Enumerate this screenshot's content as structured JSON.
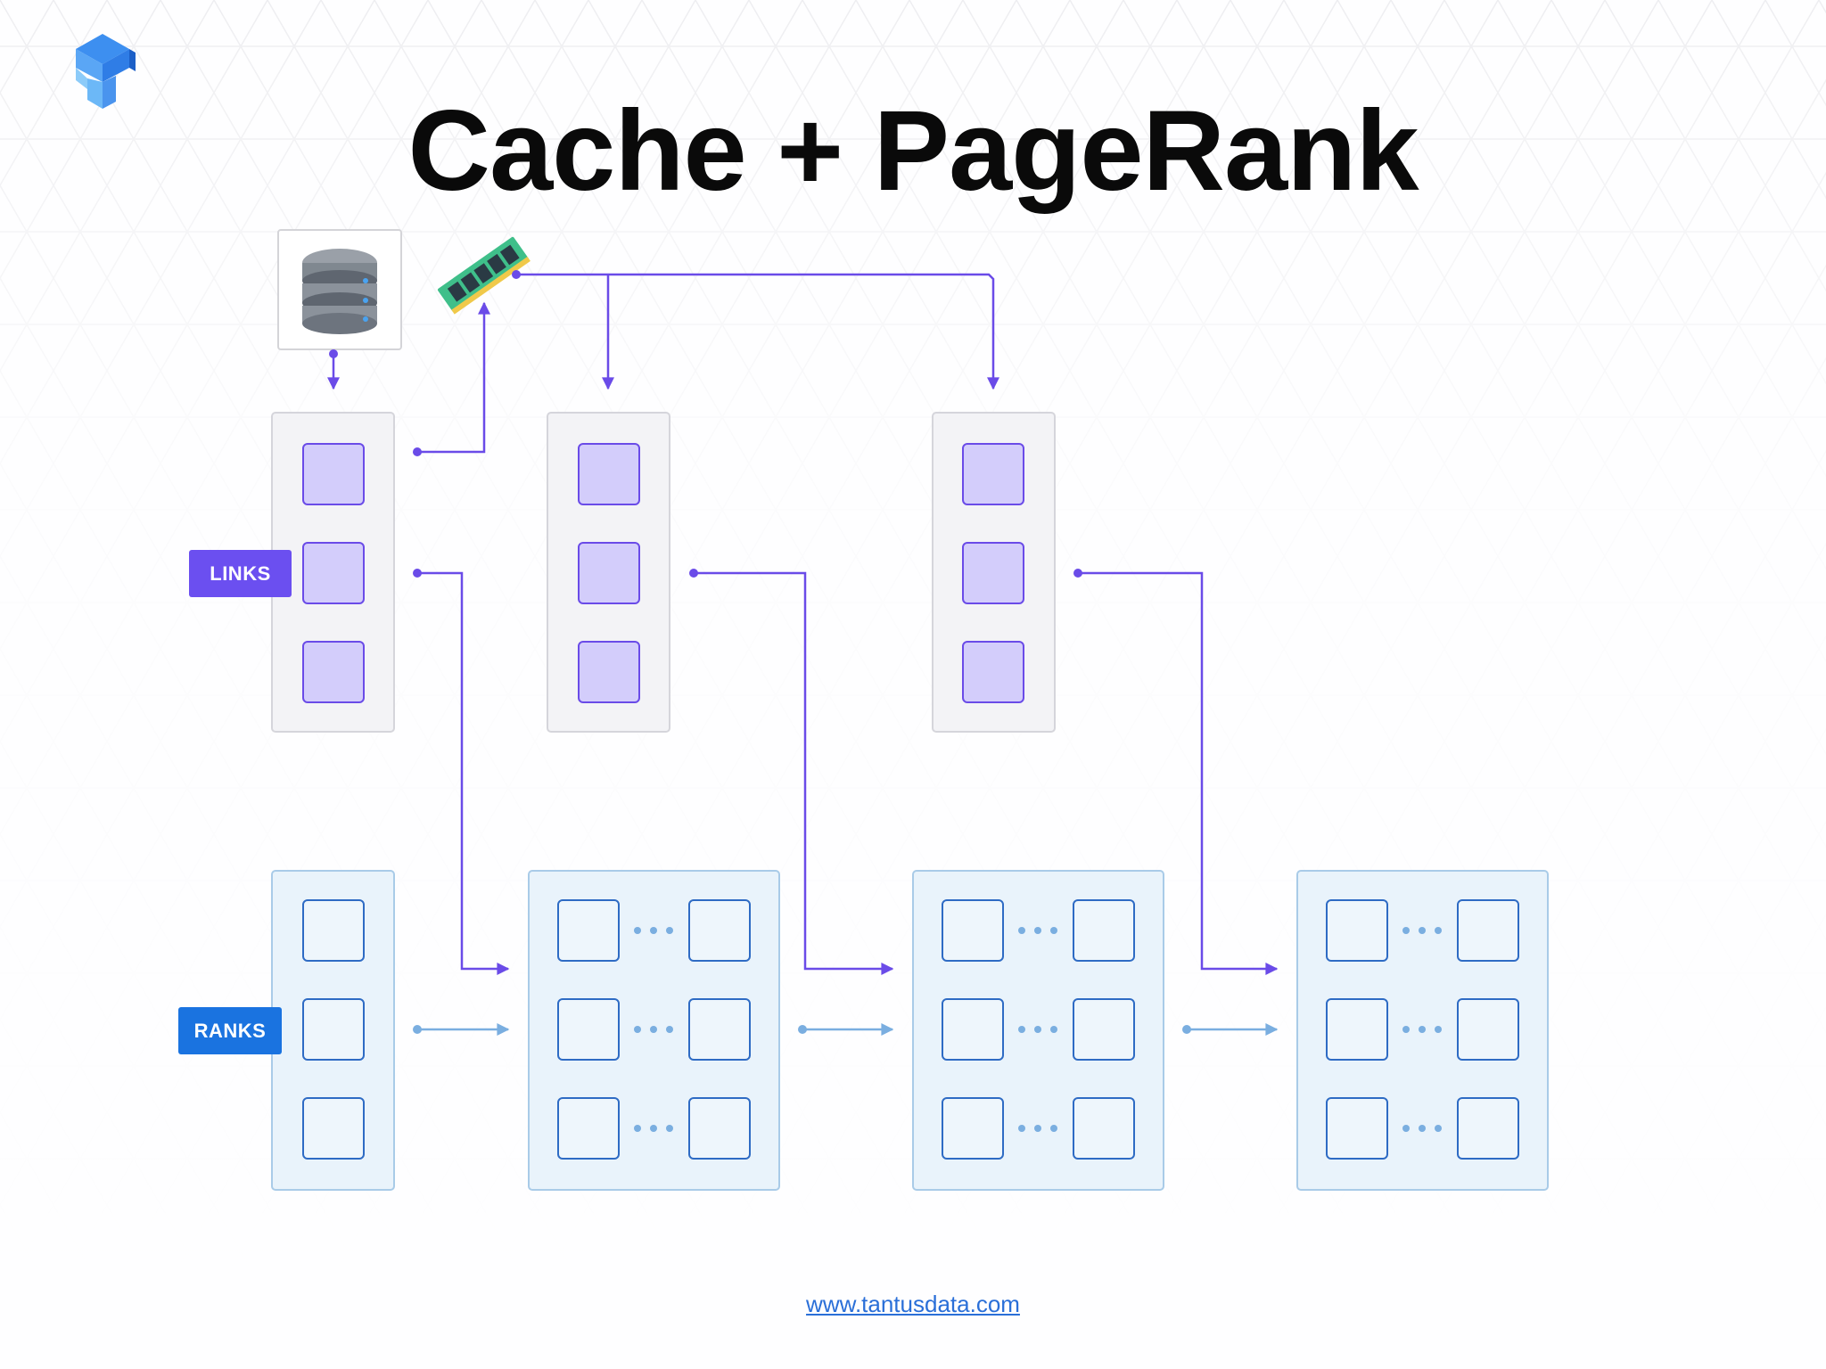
{
  "title": "Cache + PageRank",
  "labels": {
    "links": "LINKS",
    "ranks": "RANKS"
  },
  "footer": {
    "url_text": "www.tantusdata.com"
  },
  "colors": {
    "links_accent": "#6b4ff0",
    "links_box_fill": "#d3cdfb",
    "ranks_accent": "#1a73e0",
    "ranks_box_stroke": "#2e6bc4",
    "ranks_panel_fill": "#e9f3fb",
    "flow_arrow": "#7aaee0",
    "link_arrow": "#6a4be8"
  },
  "icons": {
    "logo": "tantusdata-logo-icon",
    "database": "database-icon",
    "memory": "ram-memory-icon"
  }
}
